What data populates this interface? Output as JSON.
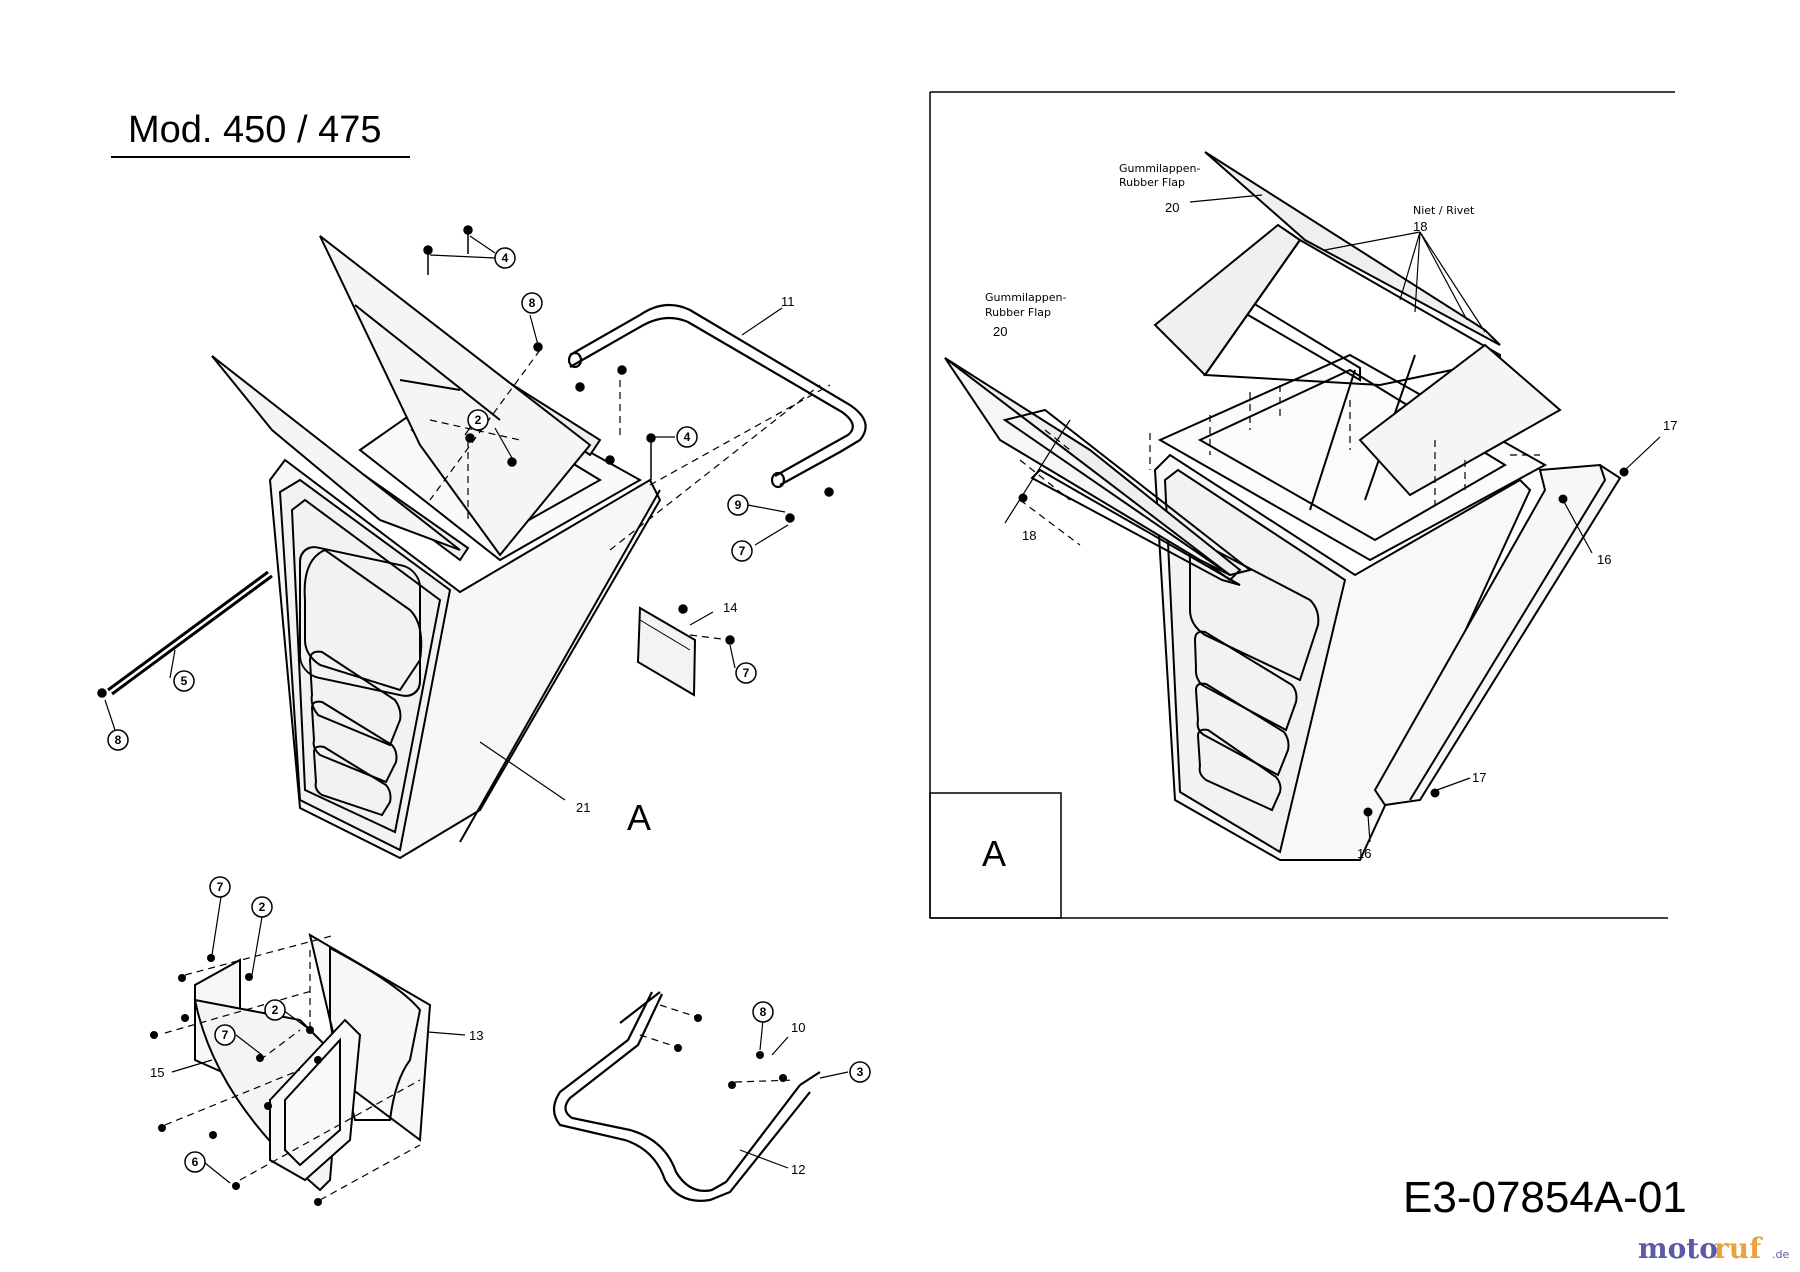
{
  "title": "Mod. 450 / 475",
  "drawing_code": "E3-07854A-01",
  "detail_label_main": "A",
  "detail_label_box": "A",
  "watermark": {
    "brand_a": "moto",
    "brand_b": "ruf",
    "tld": ".de"
  },
  "annotations": {
    "flap_top_line1": "Gummilappen-",
    "flap_top_line2": "Rubber Flap",
    "flap_top_num": "20",
    "flap_left_line1": "Gummilappen-",
    "flap_left_line2": "Rubber Flap",
    "flap_left_num": "20",
    "rivet_text": "Niet / Rivet",
    "rivet_num": "18",
    "rivet_num_2": "18",
    "p17_a": "17",
    "p16_a": "16",
    "p17_b": "17",
    "p16_b": "16"
  },
  "callouts": {
    "c4a": "4",
    "c8a": "8",
    "c2a": "2",
    "c4b": "4",
    "c9": "9",
    "c7a": "7",
    "c7b": "7",
    "c5": "5",
    "c8b": "8",
    "c7c": "7",
    "c2b": "2",
    "c2c": "2",
    "c7d": "7",
    "c6": "6",
    "c8c": "8",
    "c3": "3"
  },
  "part_numbers": {
    "p11": "11",
    "p14": "14",
    "p21": "21",
    "p13": "13",
    "p15": "15",
    "p10": "10",
    "p12": "12"
  }
}
